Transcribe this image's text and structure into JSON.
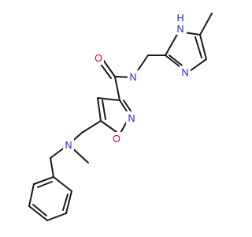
{
  "molecule": {
    "atoms": [
      {
        "id": "O_carbonyl",
        "symbol": "O",
        "color": "#e8002a"
      },
      {
        "id": "N_amide",
        "symbol": "N",
        "color": "#1b1bd8"
      },
      {
        "id": "NH_imidazole",
        "symbol": "NH",
        "hydrogen": "H",
        "color": "#1b1bd8"
      },
      {
        "id": "N_imidazole",
        "symbol": "N",
        "color": "#1b1bd8"
      },
      {
        "id": "N_isoxazole",
        "symbol": "N",
        "color": "#1b1bd8"
      },
      {
        "id": "O_isoxazole",
        "symbol": "O",
        "color": "#e8002a"
      },
      {
        "id": "N_amine",
        "symbol": "N",
        "color": "#1b1bd8"
      }
    ]
  }
}
